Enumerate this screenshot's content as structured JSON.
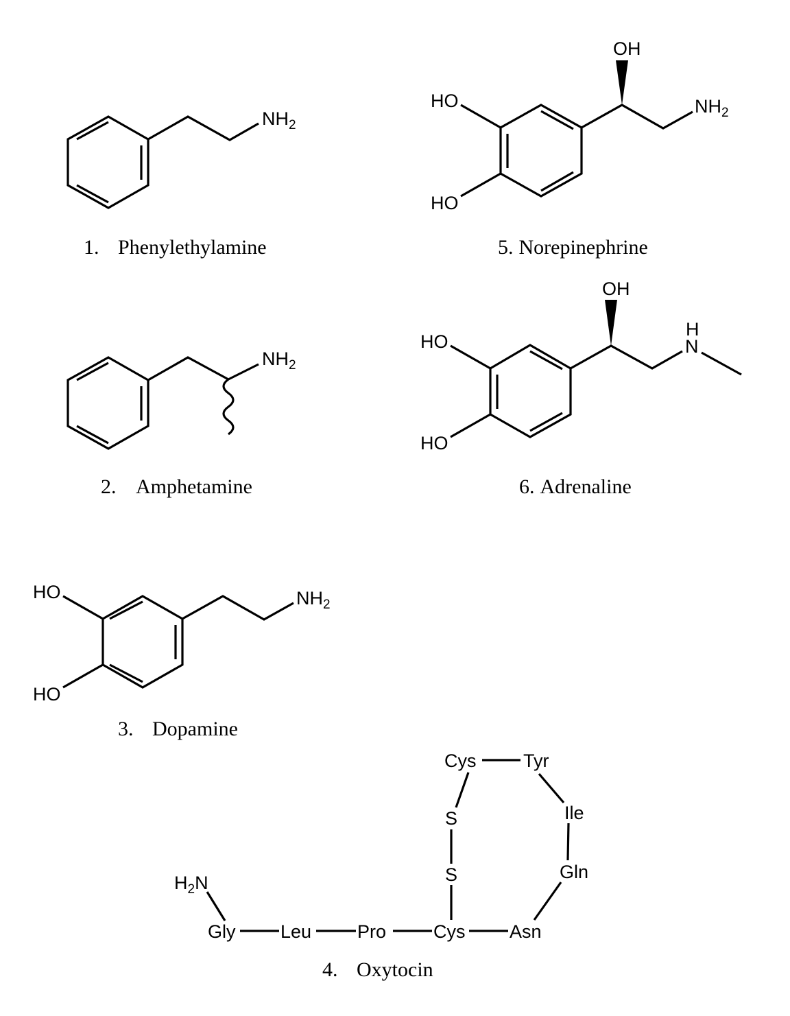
{
  "compounds": [
    {
      "number": "1.",
      "name": "Phenylethylamine",
      "amine": "NH",
      "amine_sub": "2"
    },
    {
      "number": "2.",
      "name": "Amphetamine",
      "amine": "NH",
      "amine_sub": "2"
    },
    {
      "number": "3.",
      "name": "Dopamine",
      "hydroxyl_top": "HO",
      "hydroxyl_bottom": "HO",
      "amine": "NH",
      "amine_sub": "2"
    },
    {
      "number": "4.",
      "name": "Oxytocin",
      "terminal_amine_h": "H",
      "terminal_amine_sub": "2",
      "terminal_amine_n": "N",
      "residues": {
        "gly": "Gly",
        "leu": "Leu",
        "pro": "Pro",
        "cys_bottom": "Cys",
        "asn": "Asn",
        "gln": "Gln",
        "ile": "Ile",
        "tyr": "Tyr",
        "cys_top": "Cys",
        "sulfur_top": "S",
        "sulfur_bottom": "S"
      }
    },
    {
      "number": "5.",
      "name": "Norepinephrine",
      "hydroxyl_top": "HO",
      "hydroxyl_bottom": "HO",
      "oh": "OH",
      "amine": "NH",
      "amine_sub": "2"
    },
    {
      "number": "6.",
      "name": "Adrenaline",
      "hydroxyl_top": "HO",
      "hydroxyl_bottom": "HO",
      "oh": "OH",
      "nh_h": "H",
      "nh_n": "N"
    }
  ]
}
